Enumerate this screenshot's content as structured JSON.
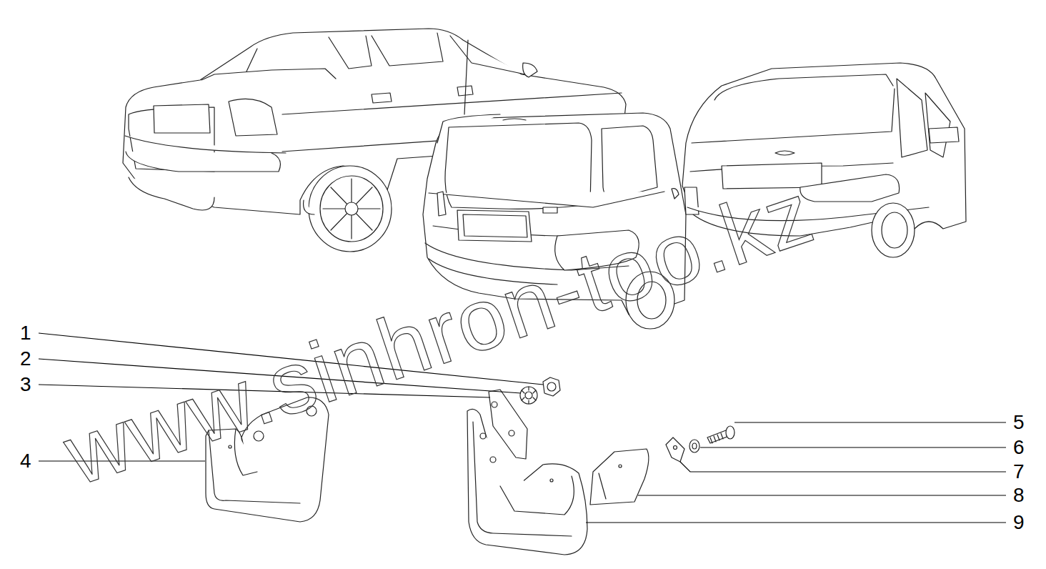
{
  "diagram": {
    "labels": [
      "1",
      "2",
      "3",
      "4",
      "5",
      "6",
      "7",
      "8",
      "9",
      "www.sinhron-too.kz"
    ]
  }
}
